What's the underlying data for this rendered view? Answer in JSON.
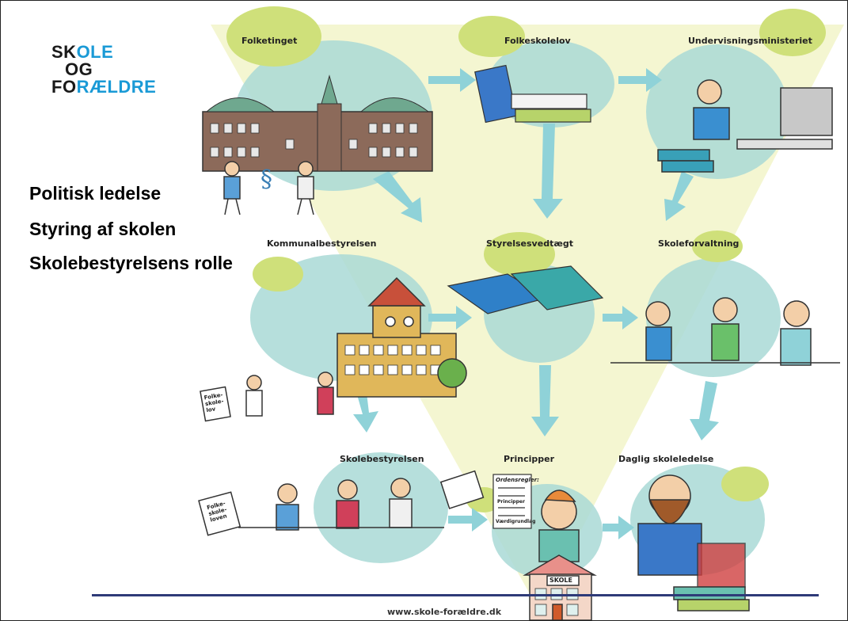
{
  "logo": {
    "line1_a": "SK",
    "line1_b": "OLE",
    "line2": "OG",
    "line3_a": "FO",
    "line3_b": "RÆLDRE"
  },
  "bullets": [
    "Politisk ledelse",
    "Styring af skolen",
    "Skolebestyrelsens rolle"
  ],
  "labels": {
    "folketinget": "Folketinget",
    "folkeskolelov": "Folkeskolelov",
    "undervisningsministeriet": "Undervisningsministeriet",
    "kommunalbestyrelsen": "Kommunalbestyrelsen",
    "styrelsesvedtaegt": "Styrelsesvedtægt",
    "skoleforvaltning": "Skoleforvaltning",
    "skolebestyrelsen": "Skolebestyrelsen",
    "principper": "Principper",
    "daglig_skoleledelse": "Daglig skoleledelse"
  },
  "illustration_text": {
    "school_sign": "SKOLE",
    "folkeskoleloven_paper": "Folke-skole-loven",
    "folkeskolelov_paper": "Folke-skole-lov",
    "ordensregler": "Ordensregler:",
    "principper_doc": "Principper",
    "vaerdigrundlag": "Værdigrundlag"
  },
  "footer": {
    "url": "www.skole-forældre.dk"
  },
  "colors": {
    "funnel": "#f2f5c9",
    "bubble": "#a9d9d6",
    "accent_green": "#cfe07a",
    "arrow": "#8fd2d8",
    "footer_line": "#2e3a78",
    "logo_blue": "#1a9ad6"
  }
}
